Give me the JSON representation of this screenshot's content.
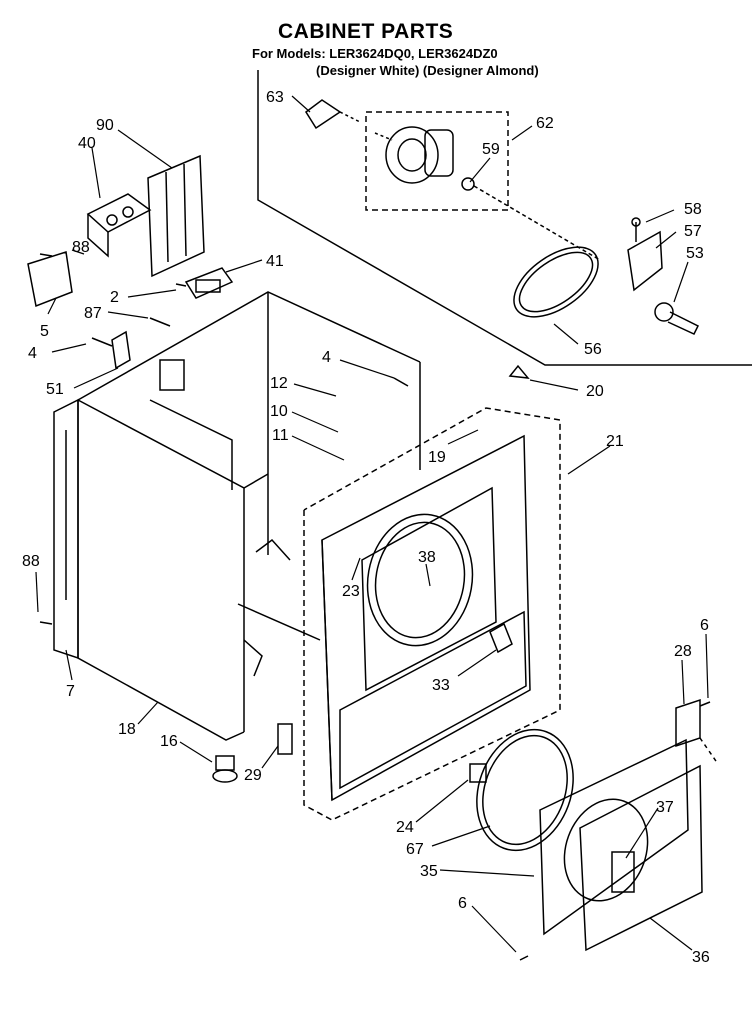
{
  "header": {
    "title": "CABINET PARTS",
    "models": "For Models: LER3624DQ0, LER3624DZ0",
    "colors": "(Designer White) (Designer Almond)"
  },
  "callouts": [
    {
      "id": "90",
      "text": "90"
    },
    {
      "id": "40",
      "text": "40"
    },
    {
      "id": "88a",
      "text": "88"
    },
    {
      "id": "5",
      "text": "5"
    },
    {
      "id": "2",
      "text": "2"
    },
    {
      "id": "41",
      "text": "41"
    },
    {
      "id": "87",
      "text": "87"
    },
    {
      "id": "4a",
      "text": "4"
    },
    {
      "id": "51",
      "text": "51"
    },
    {
      "id": "63",
      "text": "63"
    },
    {
      "id": "62",
      "text": "62"
    },
    {
      "id": "59",
      "text": "59"
    },
    {
      "id": "58",
      "text": "58"
    },
    {
      "id": "57",
      "text": "57"
    },
    {
      "id": "53",
      "text": "53"
    },
    {
      "id": "56",
      "text": "56"
    },
    {
      "id": "4b",
      "text": "4"
    },
    {
      "id": "12",
      "text": "12"
    },
    {
      "id": "10",
      "text": "10"
    },
    {
      "id": "11",
      "text": "11"
    },
    {
      "id": "20",
      "text": "20"
    },
    {
      "id": "19",
      "text": "19"
    },
    {
      "id": "21",
      "text": "21"
    },
    {
      "id": "88b",
      "text": "88"
    },
    {
      "id": "7",
      "text": "7"
    },
    {
      "id": "38",
      "text": "38"
    },
    {
      "id": "23",
      "text": "23"
    },
    {
      "id": "33",
      "text": "33"
    },
    {
      "id": "6a",
      "text": "6"
    },
    {
      "id": "28",
      "text": "28"
    },
    {
      "id": "18",
      "text": "18"
    },
    {
      "id": "16",
      "text": "16"
    },
    {
      "id": "29",
      "text": "29"
    },
    {
      "id": "24",
      "text": "24"
    },
    {
      "id": "37",
      "text": "37"
    },
    {
      "id": "67",
      "text": "67"
    },
    {
      "id": "35",
      "text": "35"
    },
    {
      "id": "6b",
      "text": "6"
    },
    {
      "id": "36",
      "text": "36"
    }
  ]
}
